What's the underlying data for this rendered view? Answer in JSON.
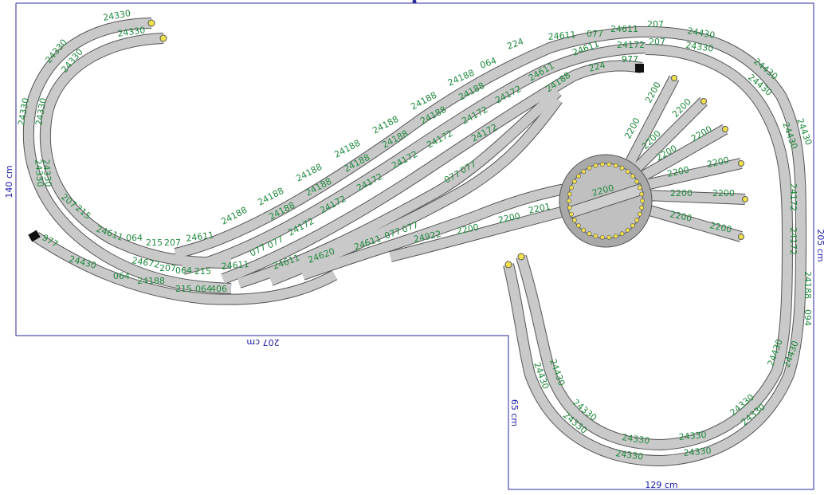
{
  "colors": {
    "background": "#ffffff",
    "dimension_line": "#2a2a9a",
    "track_fill": "#c9c9c9",
    "track_edge": "#555555",
    "label": "#1f8a3e",
    "buffer_stop": "#f2e14c",
    "turntable_fill": "#c0c0c0"
  },
  "dimensions": {
    "left": "140 cm",
    "right": "205 cm",
    "middle": "207 cm",
    "step": "65 cm",
    "bottom": "129 cm"
  },
  "track_labels": {
    "tl1": "24330",
    "tl2": "24330",
    "tl3": "24330",
    "tl4": "24330",
    "tl5": "24330",
    "tl6": "24330",
    "tl7": "24330",
    "tl8": "24330",
    "tl9": "207",
    "tl10": "215",
    "tl11": "24611",
    "tl12": "064",
    "tl13": "215",
    "tl14": "207",
    "tl15": "24611",
    "tl16": "977",
    "tl17": "24430",
    "tl18": "064",
    "tl19": "24188",
    "tl20": "24672",
    "tl21": "207",
    "tl22": "064",
    "tl23": "215",
    "tl24": "24611",
    "tl25": "215",
    "tl26": "064",
    "tl27": "406",
    "tl28": "24188",
    "tl29": "24188",
    "tl30": "24188",
    "tl31": "24188",
    "tl32": "24188",
    "tl33": "24188",
    "tl34": "064",
    "tl35": "224",
    "tl36": "24188",
    "tl37": "24188",
    "tl38": "24188",
    "tl39": "24188",
    "tl40": "24188",
    "tl41": "24188",
    "tl42": "24188",
    "tl43": "24172",
    "tl44": "24172",
    "tl45": "24172",
    "tl46": "24172",
    "tl47": "24172",
    "tl48": "24172",
    "tl49": "24172",
    "tl50": "24172",
    "tl51": "077",
    "tl52": "077",
    "tl53": "24611",
    "tl54": "077",
    "tl55": "24611",
    "tl56": "207",
    "tl57": "24430",
    "tl58": "24172",
    "tl59": "207",
    "tl60": "24330",
    "tl61": "24611",
    "tl62": "977",
    "tl63": "224",
    "tl64": "24611",
    "tl65": "24188",
    "tl66": "24430",
    "tl67": "24430",
    "tl68": "24430",
    "tl69": "24430",
    "tl70": "24172",
    "tl71": "24172",
    "tl72": "24188",
    "tl73": "094",
    "tl74": "24430",
    "tl75": "24430",
    "tl76": "24330",
    "tl77": "24330",
    "tl78": "24330",
    "tl79": "24330",
    "tl80": "24330",
    "tl81": "24330",
    "tl82": "24330",
    "tl83": "24330",
    "tl84": "2200",
    "tl85": "2200",
    "tl86": "2200",
    "tl87": "2201",
    "tl88": "24922",
    "tl89": "077",
    "tl90": "077",
    "tl91": "24611",
    "tl92": "24620",
    "tl93": "24611",
    "tl94": "077",
    "tl95": "077",
    "tl96": "2200",
    "tl97": "2200",
    "tl98": "2200",
    "tl99": "2200",
    "tl100": "2200",
    "tl101": "2200",
    "tl102": "2200",
    "tl103": "2200",
    "tl104": "2200",
    "tl105": "2200",
    "tl106": "2200",
    "tl107": "2200",
    "tl108": "24430",
    "tl109": "24430"
  }
}
